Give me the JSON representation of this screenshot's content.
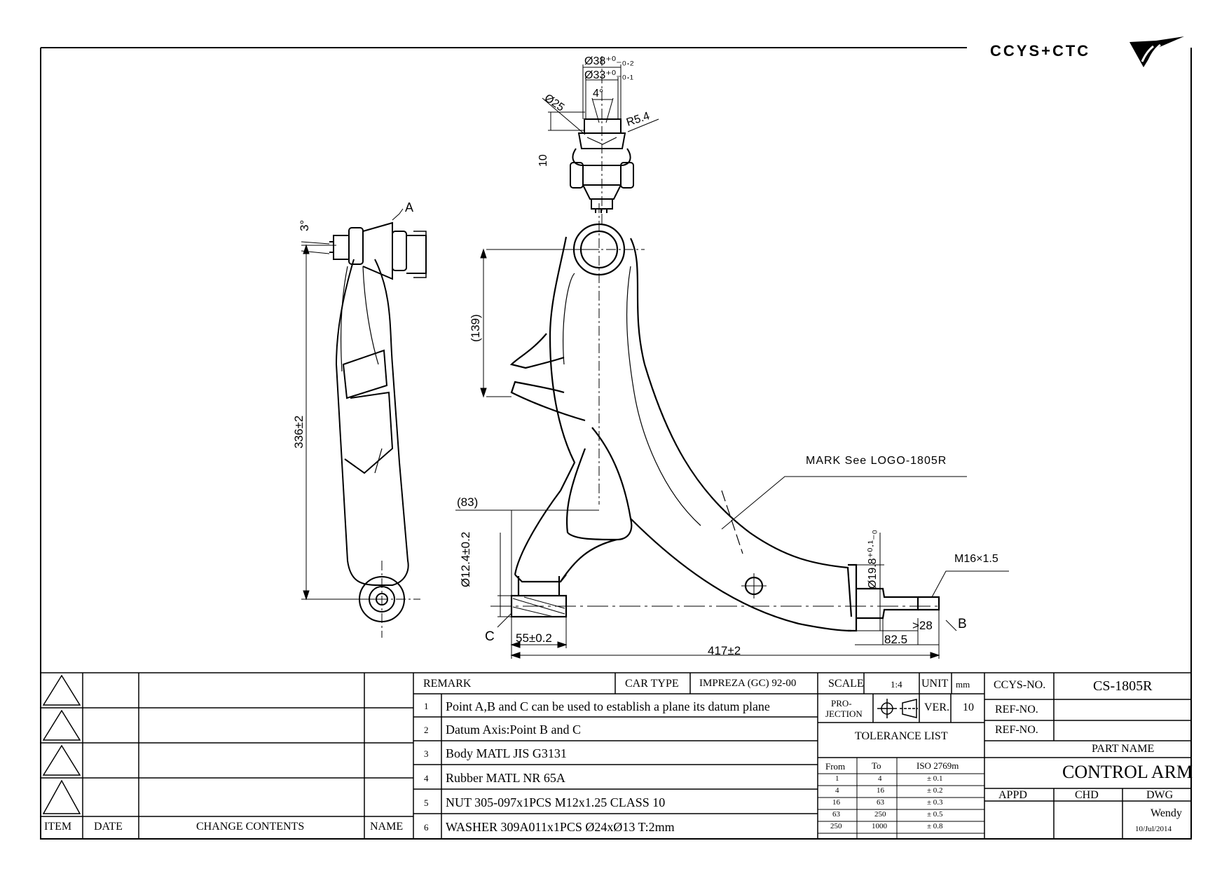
{
  "logo": {
    "text": "CCYS+CTC"
  },
  "dims": {
    "d38": "Ø38⁺⁰₋₀.₂",
    "d33": "Ø33⁺⁰₋₀.₁",
    "ang4": "4°",
    "d25": "Ø25",
    "r54": "R5.4",
    "h10": "10",
    "ang3": "3°",
    "ptA": "A",
    "len336": "336±2",
    "len139": "(139)",
    "len83": "(83)",
    "d124": "Ø12.4±0.2",
    "ptC": "C",
    "w55": "55±0.2",
    "len417": "417±2",
    "mark": "MARK See LOGO-1805R",
    "d198": "Ø19.8⁺⁰·¹₋₀",
    "m16": "M16×1.5",
    "w28": ">28",
    "ptB": "B",
    "w825": "82.5"
  },
  "revision": {
    "headers": {
      "item": "ITEM",
      "date": "DATE",
      "change": "CHANGE CONTENTS",
      "name": "NAME"
    }
  },
  "remark": {
    "label": "REMARK",
    "car_type_label": "CAR TYPE",
    "car_type": "IMPREZA (GC) 92-00",
    "items": [
      {
        "no": "1",
        "text": "Point A,B and C can be used to establish a plane its datum plane"
      },
      {
        "no": "2",
        "text": "Datum Axis:Point B and C"
      },
      {
        "no": "3",
        "text": "Body MATL JIS G3131"
      },
      {
        "no": "4",
        "text": "Rubber MATL NR 65A"
      },
      {
        "no": "5",
        "text": "NUT 305-097x1PCS M12x1.25 CLASS 10"
      },
      {
        "no": "6",
        "text": "WASHER 309A011x1PCS Ø24xØ13 T:2mm"
      }
    ]
  },
  "spec": {
    "scale_label": "SCALE",
    "scale": "1:4",
    "unit_label": "UNIT",
    "unit": "mm",
    "projection_label_1": "PRO-",
    "projection_label_2": "JECTION",
    "ver_label": "VER.",
    "ver": "10",
    "tolerance_title": "TOLERANCE LIST",
    "tol_headers": {
      "from": "From",
      "to": "To",
      "iso": "ISO 2769m"
    },
    "tolerances": [
      {
        "from": "1",
        "to": "4",
        "tol": "± 0.1"
      },
      {
        "from": "4",
        "to": "16",
        "tol": "± 0.2"
      },
      {
        "from": "16",
        "to": "63",
        "tol": "± 0.3"
      },
      {
        "from": "63",
        "to": "250",
        "tol": "± 0.5"
      },
      {
        "from": "250",
        "to": "1000",
        "tol": "± 0.8"
      }
    ]
  },
  "info": {
    "ccys_label": "CCYS-NO.",
    "ccys_no": "CS-1805R",
    "ref1_label": "REF-NO.",
    "ref2_label": "REF-NO.",
    "part_name_label": "PART NAME",
    "part_name": "CONTROL ARM",
    "appd_label": "APPD",
    "chd_label": "CHD",
    "dwg_label": "DWG",
    "dwg_by": "Wendy",
    "dwg_date": "10/Jul/2014"
  }
}
